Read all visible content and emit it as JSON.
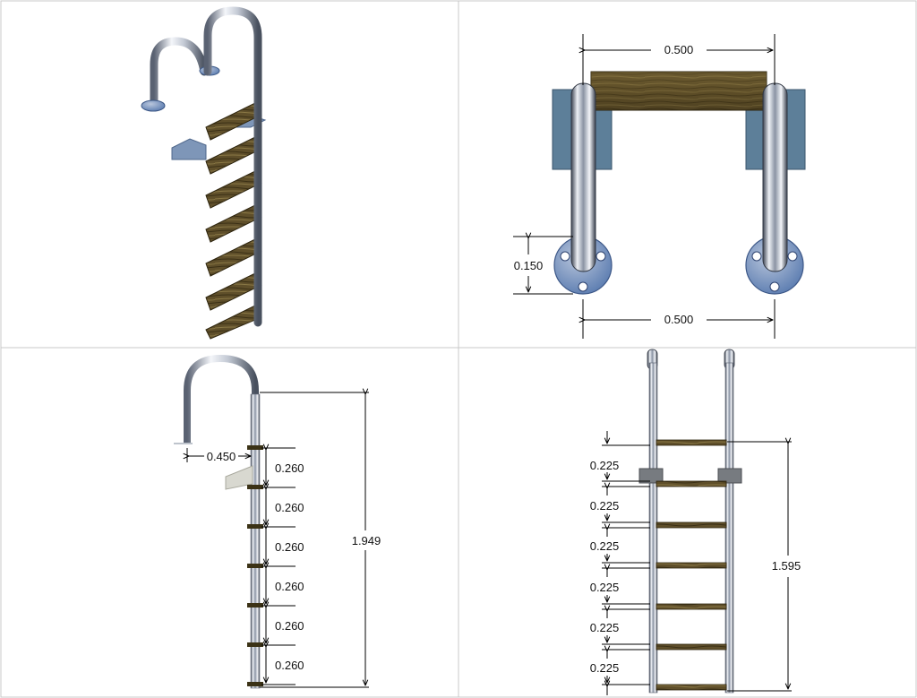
{
  "views": {
    "front_top": {
      "width_top": "0.500",
      "width_bottom": "0.500",
      "flange_height": "0.150"
    },
    "side": {
      "handrail_offset": "0.450",
      "step_spacing": [
        "0.260",
        "0.260",
        "0.260",
        "0.260",
        "0.260",
        "0.260"
      ],
      "total_height": "1.949"
    },
    "front": {
      "step_spacing": [
        "0.225",
        "0.225",
        "0.225",
        "0.225",
        "0.225",
        "0.225"
      ],
      "total_height": "1.595"
    }
  },
  "colors": {
    "steel_light": "#f2f4f8",
    "steel_mid": "#b8bfcc",
    "steel_dark": "#4e5667",
    "wood": "#6b5a2e",
    "wood_dark": "#3e3318",
    "flange": "#6c8fbf",
    "pad": "#5d7f99",
    "grid": "#c9c9c9"
  }
}
